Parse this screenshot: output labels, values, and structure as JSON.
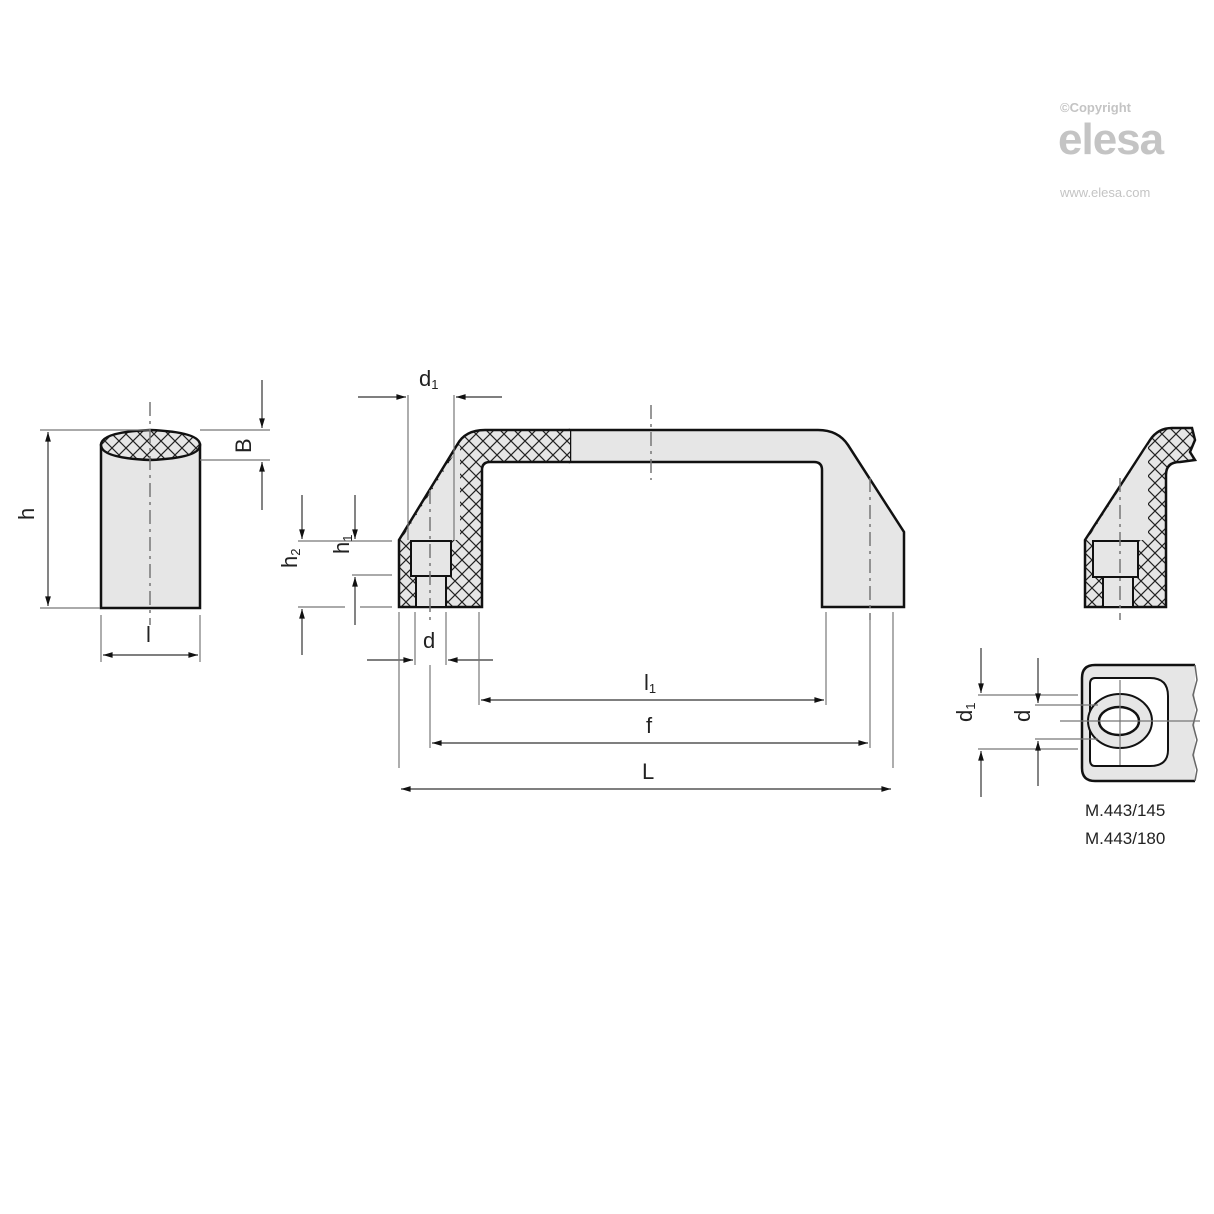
{
  "watermark": {
    "copyright": "©Copyright",
    "logo": "elesa",
    "url": "www.elesa.com"
  },
  "labels": {
    "side_view": {
      "h": "h",
      "B": "B",
      "l": "l"
    },
    "front_view": {
      "d1": "d",
      "d1_sub": "1",
      "h2": "h",
      "h2_sub": "2",
      "h1": "h",
      "h1_sub": "1",
      "d": "d",
      "l1": "l",
      "l1_sub": "1",
      "f": "f",
      "L": "L"
    },
    "end_view": {
      "d1": "d",
      "d1_sub": "1",
      "d": "d"
    }
  },
  "model_codes": [
    "M.443/145",
    "M.443/180"
  ],
  "colors": {
    "line": "#111111",
    "dim": "#777777",
    "fill": "#e6e6e6",
    "watermark": "#c4c4c4"
  }
}
